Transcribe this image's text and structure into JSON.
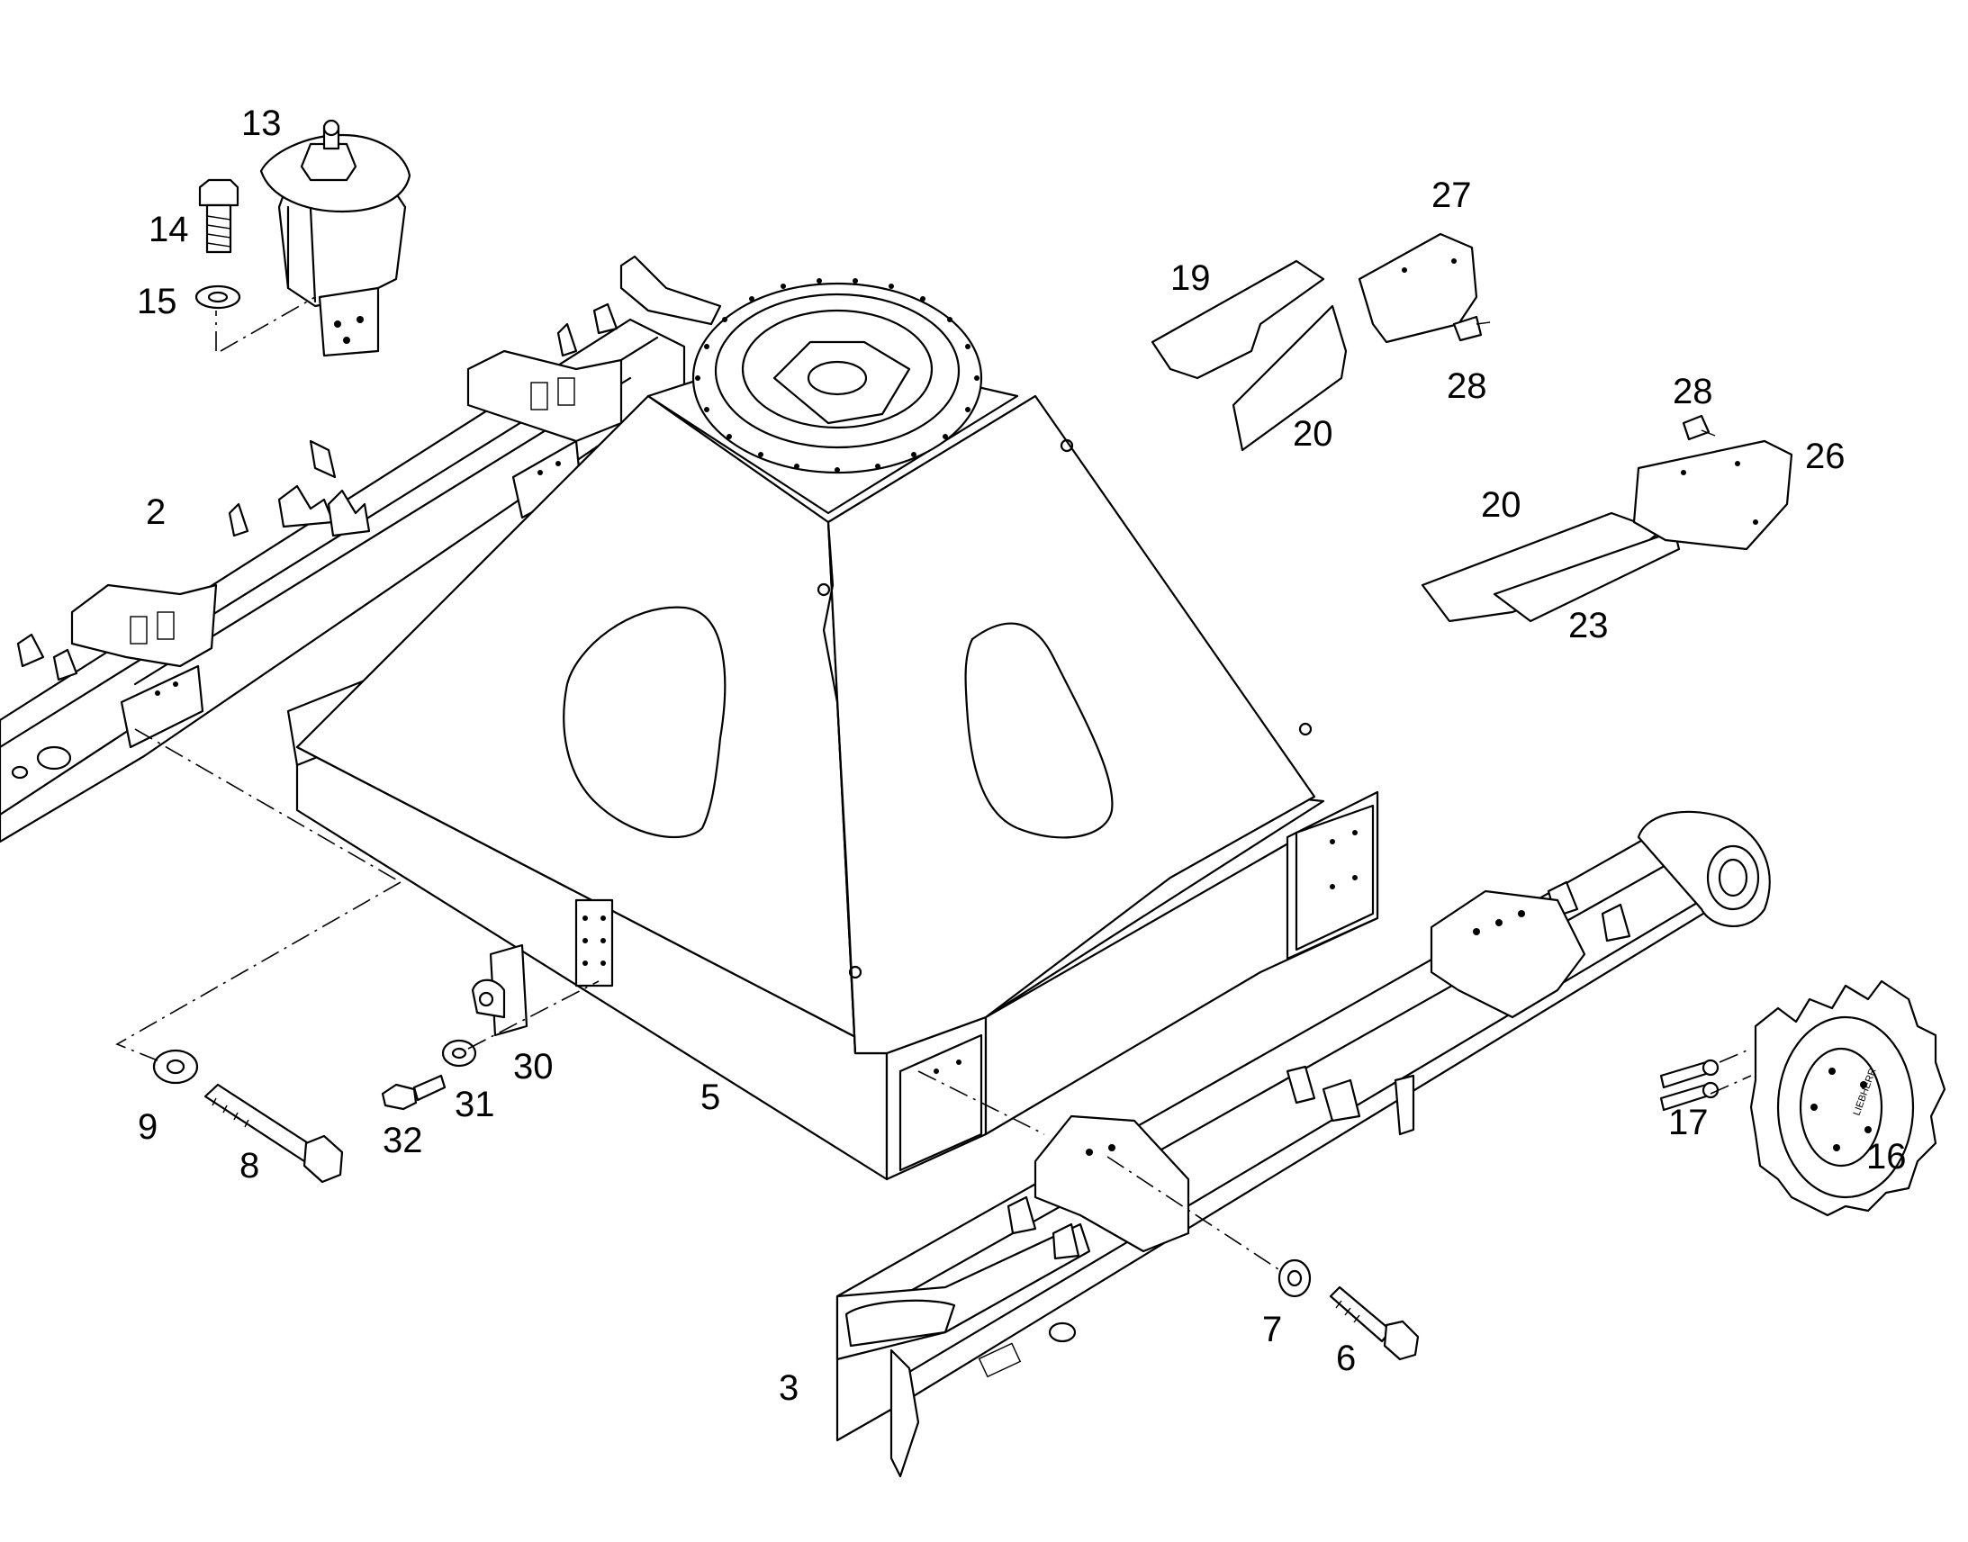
{
  "callouts": {
    "c13": "13",
    "c14": "14",
    "c15": "15",
    "c2": "2",
    "c19": "19",
    "c20a": "20",
    "c27": "27",
    "c28a": "28",
    "c28b": "28",
    "c26": "26",
    "c20b": "20",
    "c23": "23",
    "c5": "5",
    "c30": "30",
    "c31": "31",
    "c32": "32",
    "c9": "9",
    "c8": "8",
    "c17": "17",
    "c16": "16",
    "c7": "7",
    "c6": "6",
    "c3": "3"
  },
  "sprocket_brand": "LIEBHERR"
}
